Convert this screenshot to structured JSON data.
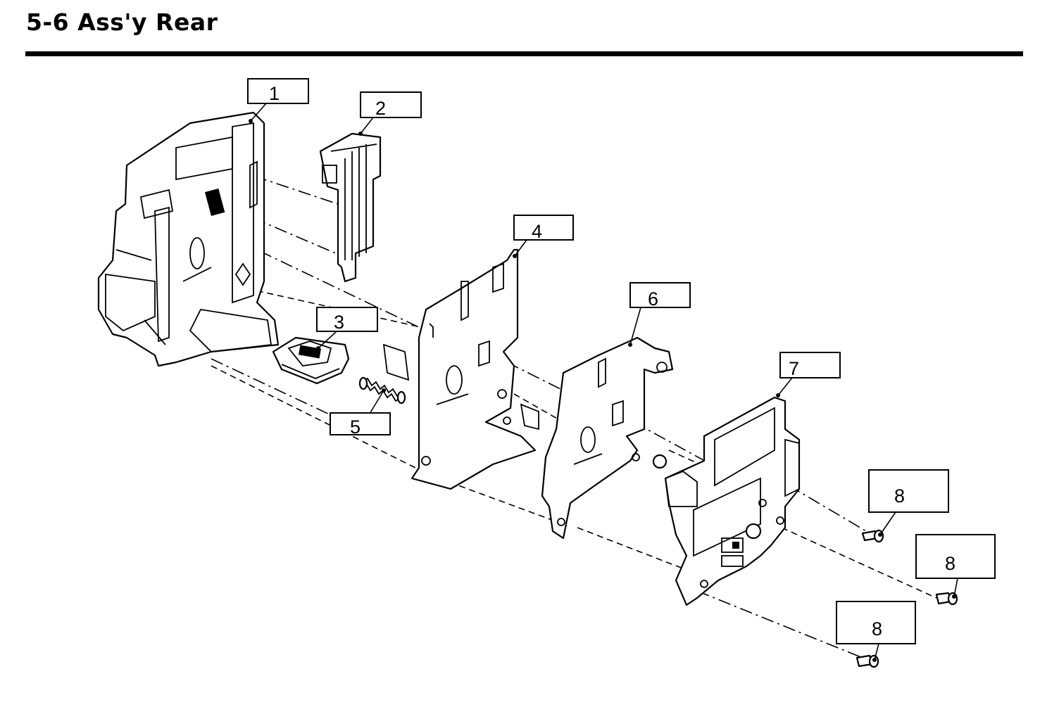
{
  "header": {
    "title": "5-6 Ass'y Rear"
  },
  "callouts": [
    {
      "id": "c1",
      "label": "1"
    },
    {
      "id": "c2",
      "label": "2"
    },
    {
      "id": "c3",
      "label": "3"
    },
    {
      "id": "c4",
      "label": "4"
    },
    {
      "id": "c5",
      "label": "5"
    },
    {
      "id": "c6",
      "label": "6"
    },
    {
      "id": "c7",
      "label": "7"
    },
    {
      "id": "c8a",
      "label": "8"
    },
    {
      "id": "c8b",
      "label": "8"
    },
    {
      "id": "c8c",
      "label": "8"
    }
  ],
  "colors": {
    "line": "#000000",
    "background": "#ffffff"
  }
}
